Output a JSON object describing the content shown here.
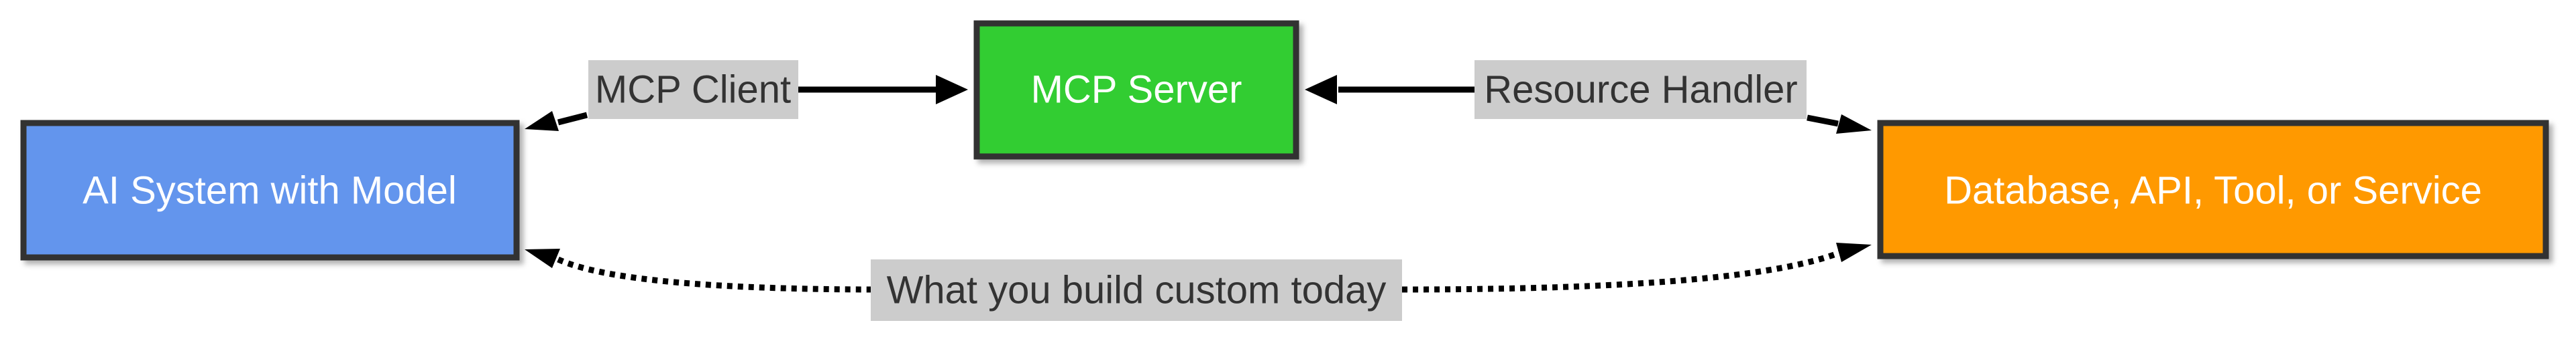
{
  "nodes": {
    "ai_system": {
      "label": "AI System with Model",
      "color": "#6495ed"
    },
    "mcp_server": {
      "label": "MCP Server",
      "color": "#32cd32"
    },
    "target": {
      "label": "Database, API, Tool, or Service",
      "color": "#ff9900"
    }
  },
  "edges": {
    "mcp_client": {
      "label": "MCP Client"
    },
    "resource_handler": {
      "label": "Resource Handler"
    },
    "custom": {
      "label": "What you build custom today"
    }
  },
  "colors": {
    "edge_label_bg": "#cccccc",
    "node_border": "#333333",
    "edge_line": "#000000"
  }
}
